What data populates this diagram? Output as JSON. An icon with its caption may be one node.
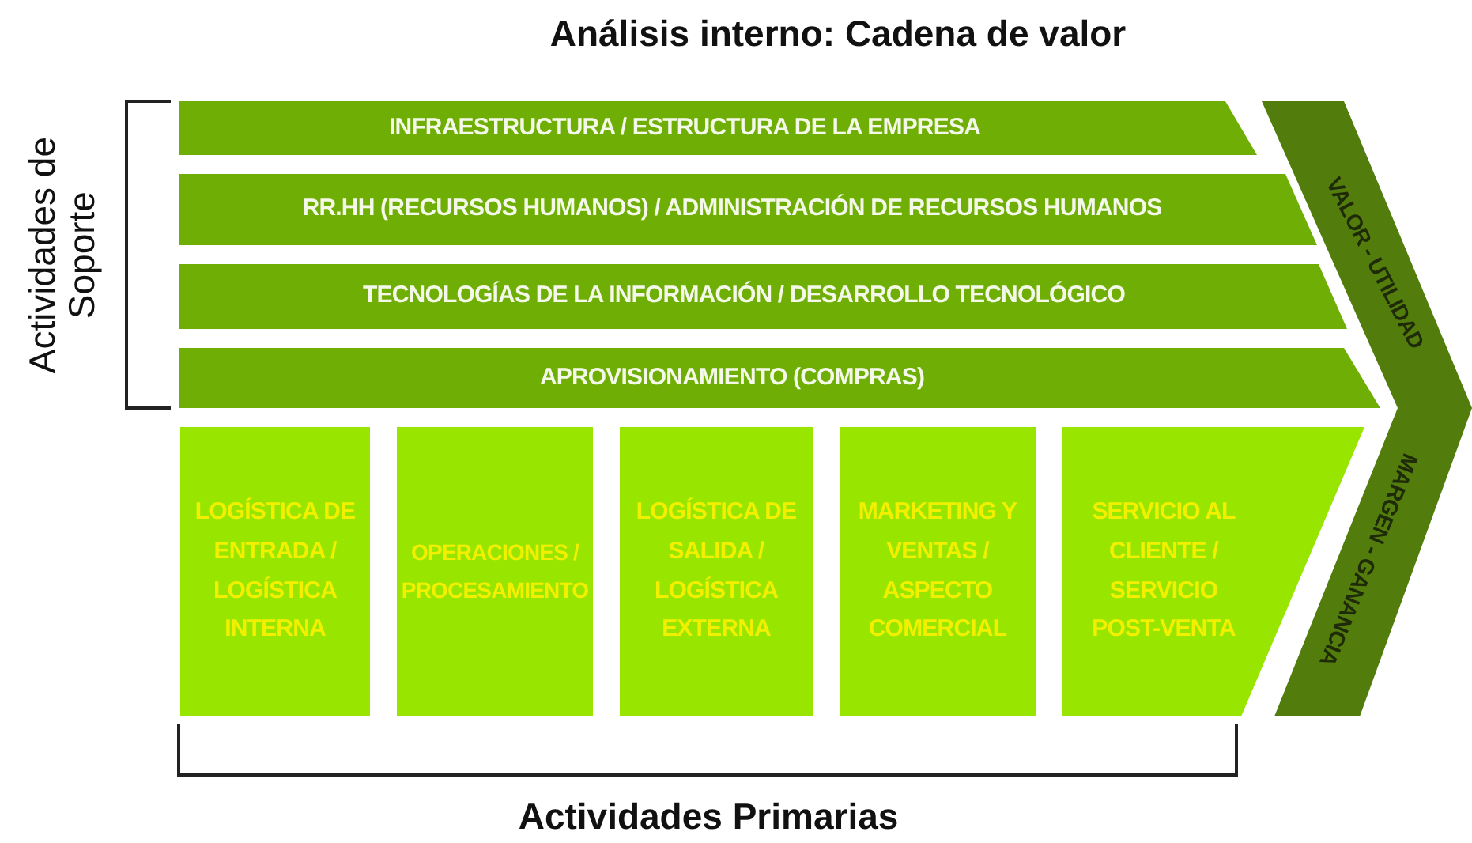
{
  "diagram": {
    "title": "Análisis interno: Cadena de valor",
    "nodes": [
      {
        "text": [
          "INFRAESTRUCTURA / ESTRUCTURA DE LA EMPRESA"
        ]
      },
      {
        "text": [
          "RR.HH (RECURSOS HUMANOS) / ADMINISTRACIÓN DE RECURSOS HUMANOS"
        ]
      },
      {
        "text": [
          "TECNOLOGÍAS DE LA INFORMACIÓN / DESARROLLO TECNOLÓGICO"
        ]
      },
      {
        "text": [
          "APROVISIONAMIENTO (COMPRAS)"
        ]
      },
      {
        "text": [
          "VALOR - UTILIDAD",
          "MARGEN - GANANCIA"
        ]
      },
      {
        "text": [
          "LOGÍSTICA DE ENTRADA / LOGÍSTICA INTERNA"
        ]
      },
      {
        "text": [
          "OPERACIONES / PROCESAMIENTO"
        ]
      },
      {
        "text": [
          "LOGÍSTICA DE SALIDA / LOGÍSTICA EXTERNA"
        ]
      },
      {
        "text": [
          "MARKETING Y VENTAS / ASPECTO COMERCIAL"
        ]
      },
      {
        "text": [
          "SERVICIO AL CLIENTE / SERVICIO POST-VENTA"
        ]
      }
    ],
    "edges": [],
    "labels": [
      "Actividades de Soporte",
      "Actividades Primarias"
    ]
  }
}
